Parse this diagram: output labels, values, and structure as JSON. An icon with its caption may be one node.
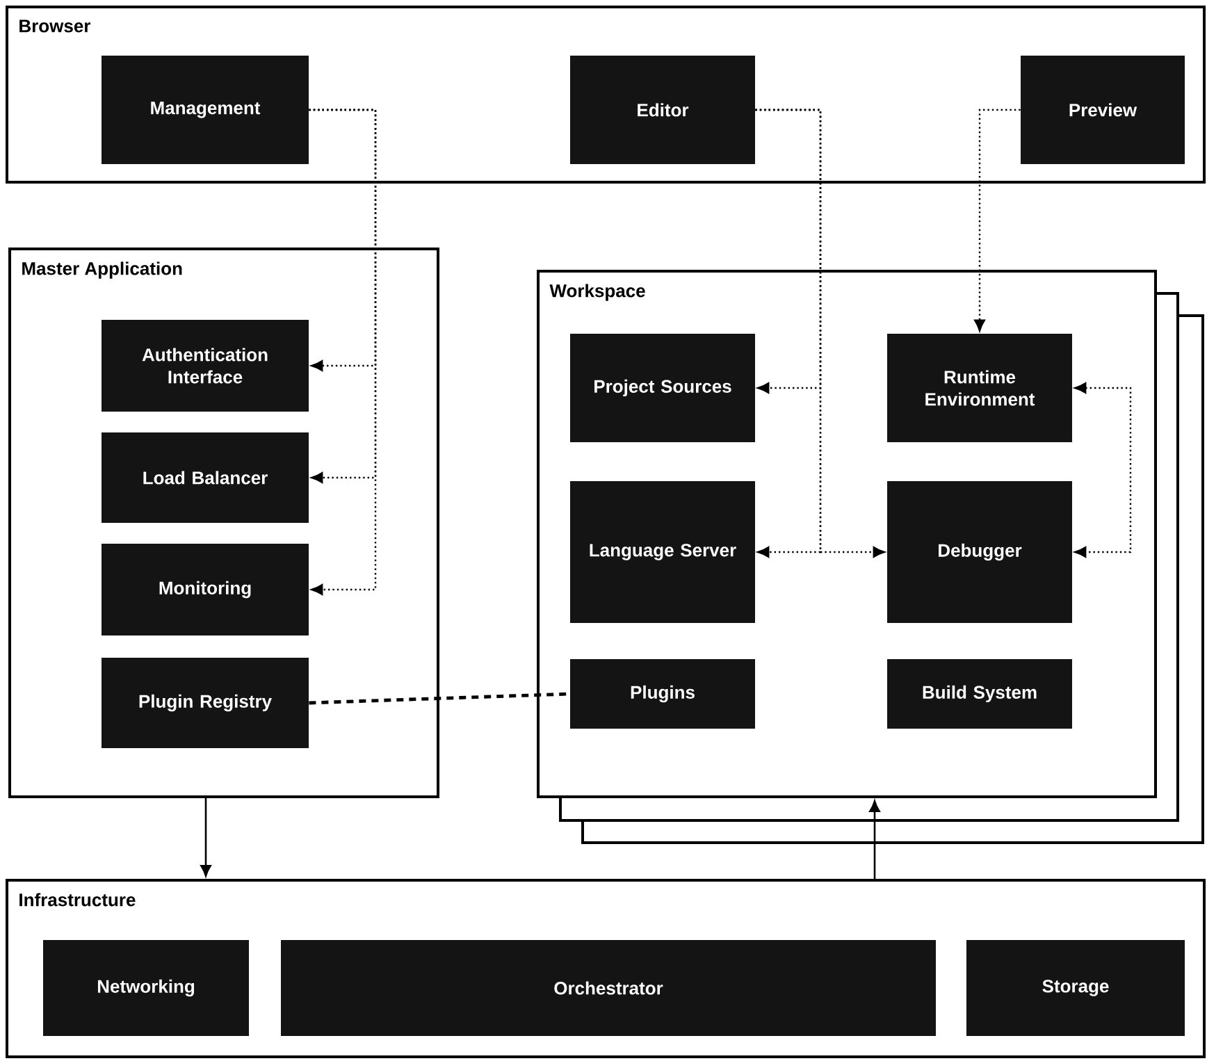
{
  "diagram": {
    "nodes": [
      {
        "text": [
          "Browser"
        ]
      },
      {
        "text": [
          "Management"
        ],
        "in": 0
      },
      {
        "text": [
          "Editor"
        ],
        "in": 0
      },
      {
        "text": [
          "Preview"
        ],
        "in": 0
      },
      {
        "text": [
          "Master Application"
        ]
      },
      {
        "text": [
          "Authentication Interface"
        ],
        "in": 4
      },
      {
        "text": [
          "Load Balancer"
        ],
        "in": 4
      },
      {
        "text": [
          "Monitoring"
        ],
        "in": 4
      },
      {
        "text": [
          "Plugin Registry"
        ],
        "in": 4
      },
      {
        "text": [
          "Workspace"
        ]
      },
      {
        "text": [
          "Project Sources"
        ],
        "in": 9
      },
      {
        "text": [
          "Runtime Environment"
        ],
        "in": 9
      },
      {
        "text": [
          "Language Server"
        ],
        "in": 9
      },
      {
        "text": [
          "Debugger"
        ],
        "in": 9
      },
      {
        "text": [
          "Plugins"
        ],
        "in": 9
      },
      {
        "text": [
          "Build System"
        ],
        "in": 9
      },
      {
        "text": [
          "Infrastructure"
        ]
      },
      {
        "text": [
          "Networking"
        ],
        "in": 16
      },
      {
        "text": [
          "Orchestrator"
        ],
        "in": 16
      },
      {
        "text": [
          "Storage"
        ],
        "in": 16
      }
    ],
    "edges": [
      {
        "from": 1,
        "to": 5,
        "arrow": "to",
        "style": "dashed"
      },
      {
        "from": 1,
        "to": 6,
        "arrow": "to",
        "style": "dashed"
      },
      {
        "from": 1,
        "to": 7,
        "arrow": "to",
        "style": "dashed"
      },
      {
        "from": 2,
        "to": 10,
        "arrow": "to",
        "style": "dashed"
      },
      {
        "from": 2,
        "to": 12,
        "arrow": "to",
        "style": "dashed"
      },
      {
        "from": 2,
        "to": 13,
        "arrow": "to",
        "style": "dashed"
      },
      {
        "from": 3,
        "to": 11,
        "arrow": "to",
        "style": "dashed"
      },
      {
        "from": 11,
        "to": 13,
        "arrow": "both",
        "style": "dashed"
      },
      {
        "from": 8,
        "to": 14,
        "arrow": "none",
        "style": "dashed"
      },
      {
        "from": 4,
        "to": 16,
        "arrow": "to"
      },
      {
        "from": 16,
        "to": 9,
        "arrow": "to"
      }
    ]
  }
}
